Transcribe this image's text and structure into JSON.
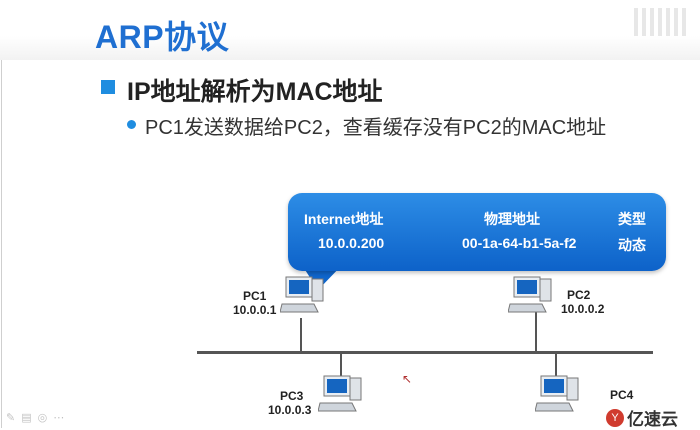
{
  "slide": {
    "title": "ARP协议",
    "bullet1": "IP地址解析为MAC地址",
    "bullet2": "PC1发送数据给PC2，查看缓存没有PC2的MAC地址"
  },
  "arp_table": {
    "headers": [
      "Internet地址",
      "物理地址",
      "类型"
    ],
    "row": [
      "10.0.0.200",
      "00-1a-64-b1-5a-f2",
      "动态"
    ]
  },
  "nodes": [
    {
      "name": "PC1",
      "ip": "10.0.0.1"
    },
    {
      "name": "PC2",
      "ip": "10.0.0.2"
    },
    {
      "name": "PC3",
      "ip": "10.0.0.3"
    },
    {
      "name": "PC4",
      "ip": ""
    }
  ],
  "watermark": {
    "text": "亿速云",
    "icon": "Y"
  },
  "colors": {
    "title": "#1f6fd1",
    "accent": "#1f8de0",
    "callout": "#0d62c9"
  }
}
